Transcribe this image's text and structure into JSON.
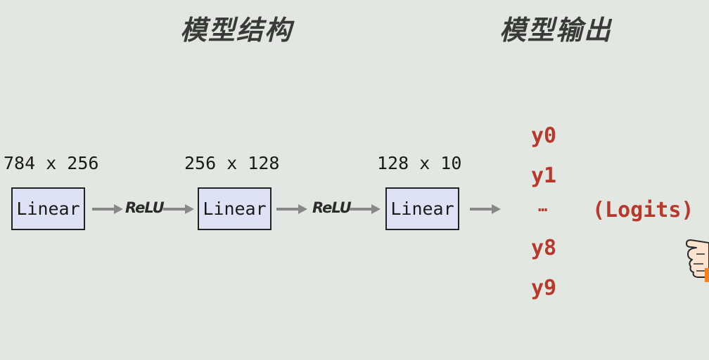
{
  "titles": {
    "structure": "模型结构",
    "output": "模型输出"
  },
  "layers": [
    {
      "dim": "784 x 256",
      "label": "Linear"
    },
    {
      "dim": "256 x 128",
      "label": "Linear"
    },
    {
      "dim": "128 x 10",
      "label": "Linear"
    }
  ],
  "activations": [
    "ReLU",
    "ReLU"
  ],
  "outputs": [
    "y0",
    "y1",
    "…",
    "y8",
    "y9"
  ],
  "logits_label": "(Logits)",
  "colors": {
    "background": "#e3e7e1",
    "box_fill": "#dfe1f4",
    "output_text": "#b8392b",
    "arrow": "#888888"
  },
  "icons": [
    "pointing-hand-icon"
  ]
}
